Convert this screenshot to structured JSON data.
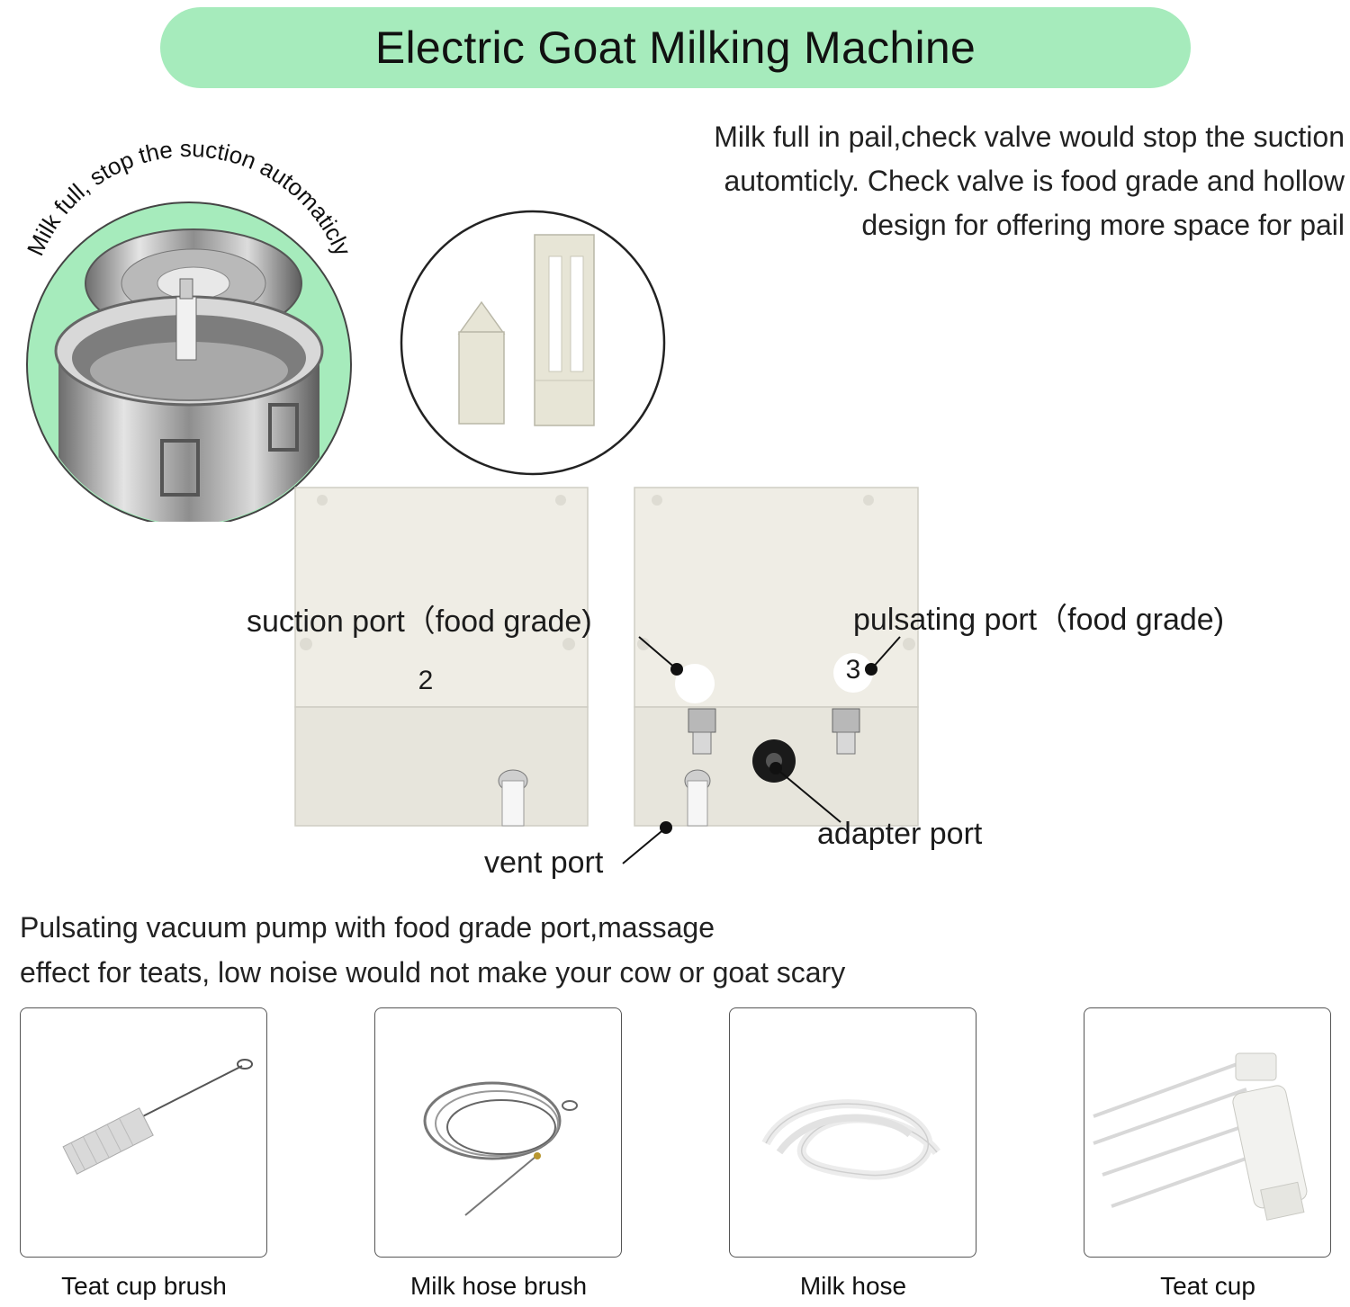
{
  "title": "Electric Goat Milking Machine",
  "pail_callout": {
    "curved_text": "Milk full, stop the suction automaticly"
  },
  "description_top": [
    "Milk full in pail,check valve would stop the suction",
    "automticly. Check valve is food grade and hollow",
    "design for offering more space for pail"
  ],
  "ports": {
    "suction": "suction port（food grade)",
    "pulsating": "pulsating port（food grade)",
    "adapter": "adapter port",
    "vent": "vent port",
    "marker_2": "2",
    "marker_3": "3"
  },
  "description_bottom": [
    "Pulsating vacuum pump with food grade port,massage",
    "effect for teats, low noise would not make your cow or goat scary"
  ],
  "accessories": [
    {
      "icon": "brush-icon",
      "label": "Teat cup brush"
    },
    {
      "icon": "hose-brush-icon",
      "label": "Milk hose brush"
    },
    {
      "icon": "hose-icon",
      "label": "Milk hose"
    },
    {
      "icon": "teat-cup-icon",
      "label": "Teat cup"
    }
  ],
  "colors": {
    "title_bg": "#a6ebbc",
    "circle_bg": "#a6ebbc",
    "box": "#eeece4"
  }
}
